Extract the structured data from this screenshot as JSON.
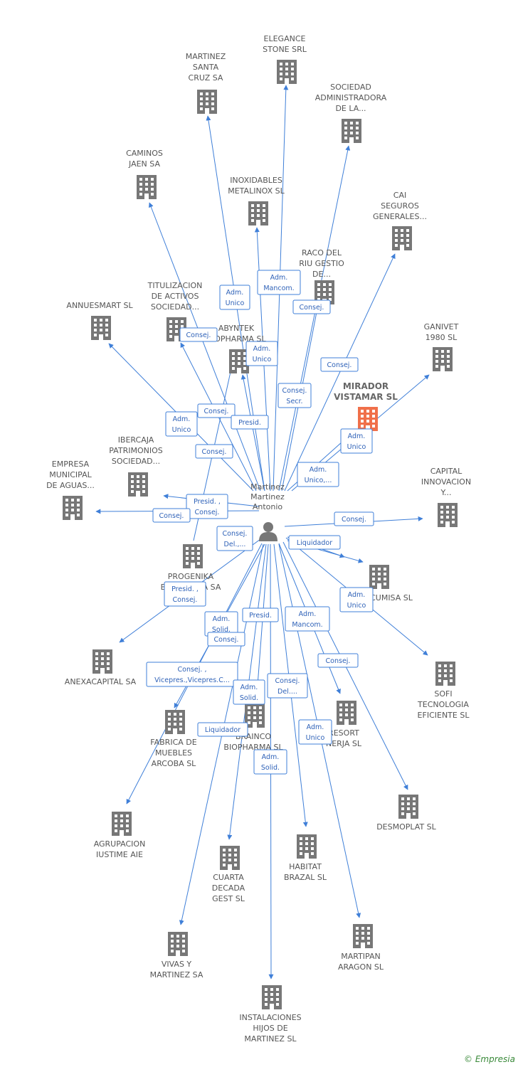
{
  "person": {
    "name_lines": [
      "Martinez",
      "Martinez",
      "Antonio"
    ]
  },
  "colors": {
    "edge": "#3f7fd8",
    "node": "#777777",
    "highlight": "#f0704a"
  },
  "footer": {
    "copyright": "©",
    "brand": "Empresia"
  },
  "companies": [
    {
      "id": "elegance",
      "lines": [
        "ELEGANCE",
        "STONE SRL"
      ]
    },
    {
      "id": "martinez-santa-cruz",
      "lines": [
        "MARTINEZ",
        "SANTA",
        "CRUZ SA"
      ]
    },
    {
      "id": "sociedad-administradora",
      "lines": [
        "SOCIEDAD",
        "ADMINISTRADORA",
        "DE LA..."
      ]
    },
    {
      "id": "caminos-jaen",
      "lines": [
        "CAMINOS",
        "JAEN SA"
      ]
    },
    {
      "id": "inoxidables",
      "lines": [
        "INOXIDABLES",
        "METALINOX SL"
      ]
    },
    {
      "id": "cai-seguros",
      "lines": [
        "CAI",
        "SEGUROS",
        "GENERALES..."
      ]
    },
    {
      "id": "raco-del-riu",
      "lines": [
        "RACO DEL",
        "RIU GESTIO",
        "DE..."
      ]
    },
    {
      "id": "titulizacion",
      "lines": [
        "TITULIZACION",
        "DE ACTIVOS",
        "SOCIEDAD..."
      ]
    },
    {
      "id": "annuesmart",
      "lines": [
        "ANNUESMART SL"
      ]
    },
    {
      "id": "abyntek",
      "lines": [
        "ABYNTEK",
        "BIOPHARMA SL"
      ]
    },
    {
      "id": "ganivet",
      "lines": [
        "GANIVET",
        "1980 SL"
      ]
    },
    {
      "id": "mirador",
      "lines": [
        "MIRADOR",
        "VISTAMAR SL"
      ]
    },
    {
      "id": "ibercaja",
      "lines": [
        "IBERCAJA",
        "PATRIMONIOS",
        "SOCIEDAD..."
      ]
    },
    {
      "id": "empresa-municipal",
      "lines": [
        "EMPRESA",
        "MUNICIPAL",
        "DE AGUAS..."
      ]
    },
    {
      "id": "capital-innovacion",
      "lines": [
        "CAPITAL",
        "INNOVACION",
        "Y..."
      ]
    },
    {
      "id": "progenika",
      "lines": [
        "PROGENIKA",
        "BIOPHARMA SA"
      ]
    },
    {
      "id": "cumisa",
      "lines": [
        "CUMISA SL"
      ]
    },
    {
      "id": "anexacapital",
      "lines": [
        "ANEXACAPITAL SA"
      ]
    },
    {
      "id": "sofi",
      "lines": [
        "SOFI",
        "TECNOLOGIA",
        "EFICIENTE SL"
      ]
    },
    {
      "id": "fabrica-muebles",
      "lines": [
        "FABRICA DE",
        "MUEBLES",
        "ARCOBA SL"
      ]
    },
    {
      "id": "brainco",
      "lines": [
        "BRAINCO",
        "BIOPHARMA SL"
      ]
    },
    {
      "id": "resort-nerja",
      "lines": [
        "RESORT",
        "NERJA SL"
      ]
    },
    {
      "id": "desmoplat",
      "lines": [
        "DESMOPLAT SL"
      ]
    },
    {
      "id": "agrupacion",
      "lines": [
        "AGRUPACION",
        "IUSTIME AIE"
      ]
    },
    {
      "id": "cuarta-decada",
      "lines": [
        "CUARTA",
        "DECADA",
        "GEST SL"
      ]
    },
    {
      "id": "habitat",
      "lines": [
        "HABITAT",
        "BRAZAL SL"
      ]
    },
    {
      "id": "vivas",
      "lines": [
        "VIVAS Y",
        "MARTINEZ SA"
      ]
    },
    {
      "id": "martipan",
      "lines": [
        "MARTIPAN",
        "ARAGON SL"
      ]
    },
    {
      "id": "instalaciones",
      "lines": [
        "INSTALACIONES",
        "HIJOS DE",
        "MARTINEZ SL"
      ]
    }
  ],
  "roles": [
    {
      "id": "r-elegance",
      "lines": [
        "Adm.",
        "Mancom."
      ]
    },
    {
      "id": "r-martinez-santa-cruz",
      "lines": [
        "Adm.",
        "Unico"
      ]
    },
    {
      "id": "r-raco",
      "lines": [
        "Consej."
      ]
    },
    {
      "id": "r-titulizacion",
      "lines": [
        "Consej."
      ]
    },
    {
      "id": "r-abyntek",
      "lines": [
        "Adm.",
        "Unico"
      ]
    },
    {
      "id": "r-sociedad-admin",
      "lines": [
        "Consej."
      ]
    },
    {
      "id": "r-annuesmart",
      "lines": [
        "Adm.",
        "Unico"
      ]
    },
    {
      "id": "r-caminos",
      "lines": [
        "Consej."
      ]
    },
    {
      "id": "r-abyntek-presid",
      "lines": [
        "Presid."
      ]
    },
    {
      "id": "r-cai",
      "lines": [
        "Consej.",
        "Secr."
      ]
    },
    {
      "id": "r-mirador",
      "lines": [
        "Adm.",
        "Unico"
      ]
    },
    {
      "id": "r-ibercaja",
      "lines": [
        "Consej."
      ]
    },
    {
      "id": "r-ganivet",
      "lines": [
        "Adm.",
        "Unico,..."
      ]
    },
    {
      "id": "r-empresa-presid",
      "lines": [
        "Presid. ,",
        "Consej."
      ]
    },
    {
      "id": "r-empresa",
      "lines": [
        "Consej."
      ]
    },
    {
      "id": "r-capital",
      "lines": [
        "Consej."
      ]
    },
    {
      "id": "r-progenika",
      "lines": [
        "Consej.",
        "Del.,..."
      ]
    },
    {
      "id": "r-liquidador-1",
      "lines": [
        "Liquidador"
      ]
    },
    {
      "id": "r-anexa",
      "lines": [
        "Presid. ,",
        "Consej."
      ]
    },
    {
      "id": "r-cumisa",
      "lines": [
        "Adm.",
        "Unico"
      ]
    },
    {
      "id": "r-agrupacion",
      "lines": [
        "Adm.",
        "Solid."
      ]
    },
    {
      "id": "r-presid-2",
      "lines": [
        "Presid."
      ]
    },
    {
      "id": "r-resort",
      "lines": [
        "Adm.",
        "Mancom."
      ]
    },
    {
      "id": "r-fabrica",
      "lines": [
        "Consej."
      ]
    },
    {
      "id": "r-sofi",
      "lines": [
        "Consej."
      ]
    },
    {
      "id": "r-vicepres",
      "lines": [
        "Consej. ,",
        "Vicepres.,Vicepres.C..."
      ]
    },
    {
      "id": "r-cuarta",
      "lines": [
        "Adm.",
        "Solid."
      ]
    },
    {
      "id": "r-habitat",
      "lines": [
        "Consej.",
        "Del...."
      ]
    },
    {
      "id": "r-liquidador-2",
      "lines": [
        "Liquidador"
      ]
    },
    {
      "id": "r-martipan",
      "lines": [
        "Adm.",
        "Unico"
      ]
    },
    {
      "id": "r-instalaciones",
      "lines": [
        "Adm.",
        "Solid."
      ]
    }
  ]
}
